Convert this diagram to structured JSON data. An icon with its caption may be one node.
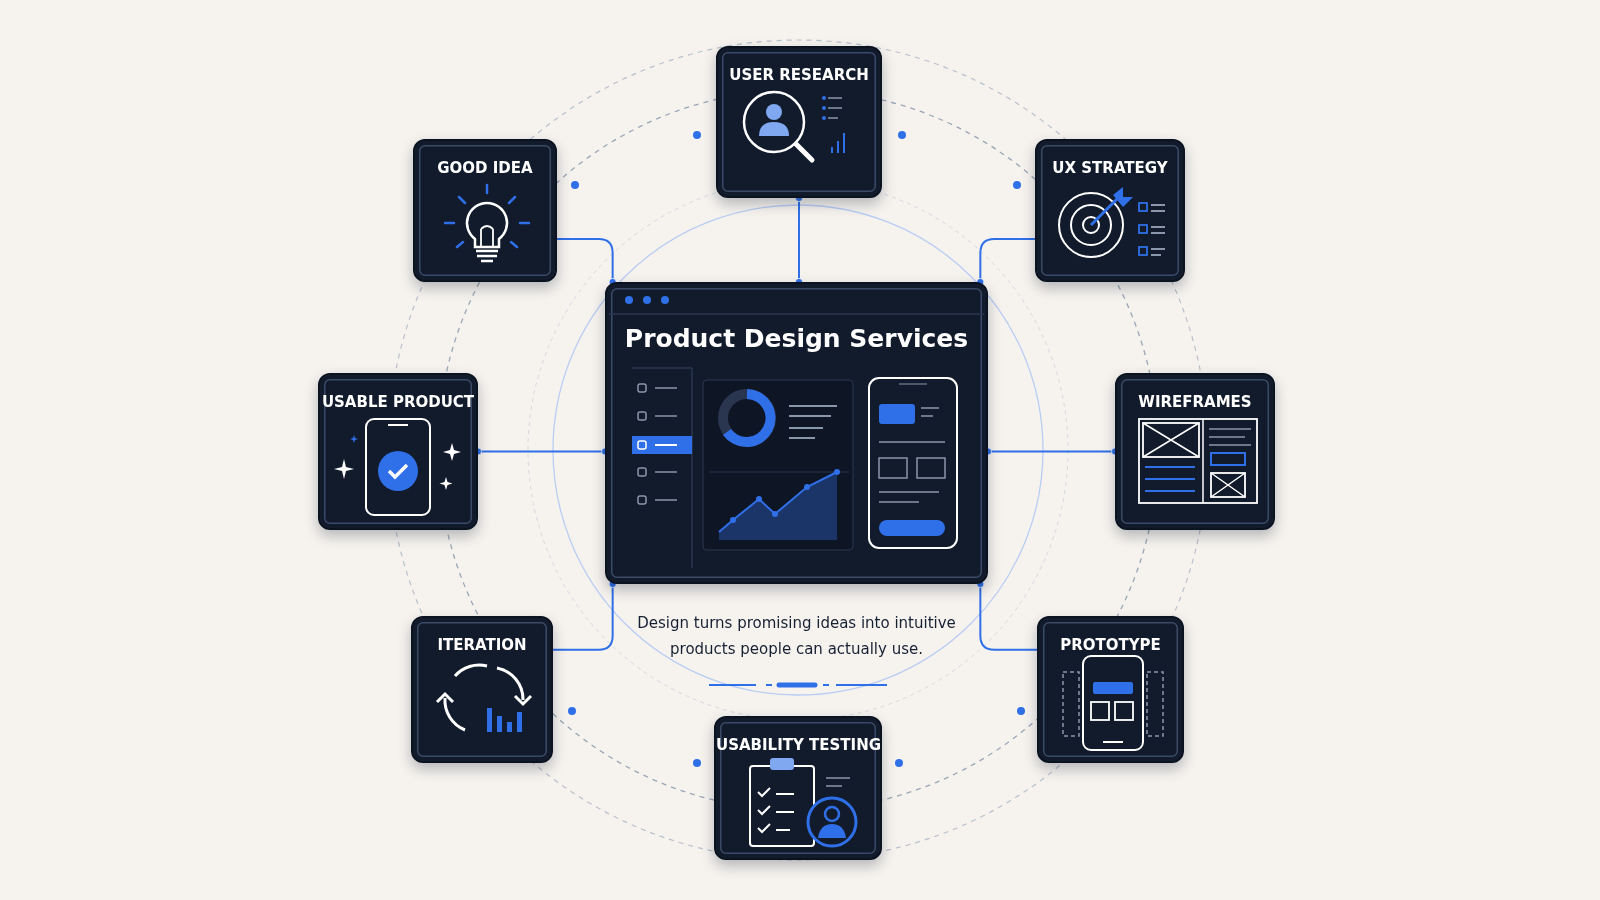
{
  "diagram": {
    "nodes": [
      {
        "text": [
          "USER RESEARCH"
        ]
      },
      {
        "text": [
          "GOOD IDEA"
        ]
      },
      {
        "text": [
          "UX STRATEGY"
        ]
      },
      {
        "text": [
          "Product Design Services"
        ],
        "beside": [
          "Design turns promising ideas into intuitive products people can actually use."
        ]
      },
      {
        "text": [
          "USABLE PRODUCT"
        ]
      },
      {
        "text": [
          "WIREFRAMES"
        ]
      },
      {
        "text": [
          "ITERATION"
        ]
      },
      {
        "text": [
          "PROTOTYPE"
        ]
      },
      {
        "text": [
          "USABILITY TESTING"
        ]
      }
    ],
    "edges": [
      {
        "from": 0,
        "to": 3,
        "arrow": "other"
      },
      {
        "from": 1,
        "to": 3,
        "arrow": "other"
      },
      {
        "from": 2,
        "to": 3,
        "arrow": "other"
      },
      {
        "from": 4,
        "to": 3,
        "arrow": "other"
      },
      {
        "from": 5,
        "to": 3,
        "arrow": "other"
      },
      {
        "from": 6,
        "to": 3,
        "arrow": "other"
      },
      {
        "from": 7,
        "to": 3,
        "arrow": "other"
      }
    ]
  }
}
